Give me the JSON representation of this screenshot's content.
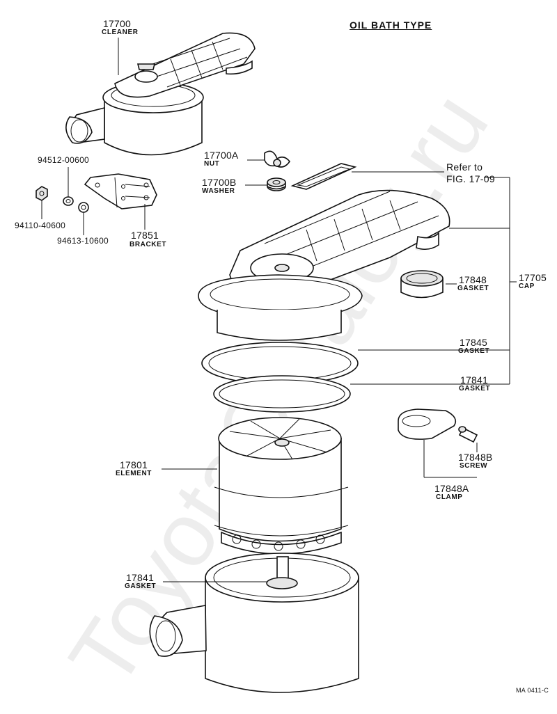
{
  "title": "OIL BATH TYPE",
  "reference": {
    "line1": "Refer to",
    "line2": "FIG. 17-09"
  },
  "watermark": "ToyotaCatalog.ru",
  "diagram_code": "MA 0411-C",
  "parts": {
    "cleaner": {
      "number": "17700",
      "name": "CLEANER"
    },
    "nut": {
      "number": "17700A",
      "name": "NUT"
    },
    "washer": {
      "number": "17700B",
      "name": "WASHER"
    },
    "p94512": {
      "number": "94512-00600"
    },
    "p94110": {
      "number": "94110-40600"
    },
    "p94613": {
      "number": "94613-10600"
    },
    "bracket": {
      "number": "17851",
      "name": "BRACKET"
    },
    "cap": {
      "number": "17705",
      "name": "CAP"
    },
    "gasket48": {
      "number": "17848",
      "name": "GASKET"
    },
    "gasket45": {
      "number": "17845",
      "name": "GASKET"
    },
    "gasket41a": {
      "number": "17841",
      "name": "GASKET"
    },
    "screw": {
      "number": "17848B",
      "name": "SCREW"
    },
    "clamp": {
      "number": "17848A",
      "name": "CLAMP"
    },
    "element": {
      "number": "17801",
      "name": "ELEMENT"
    },
    "gasket41b": {
      "number": "17841",
      "name": "GASKET"
    }
  }
}
